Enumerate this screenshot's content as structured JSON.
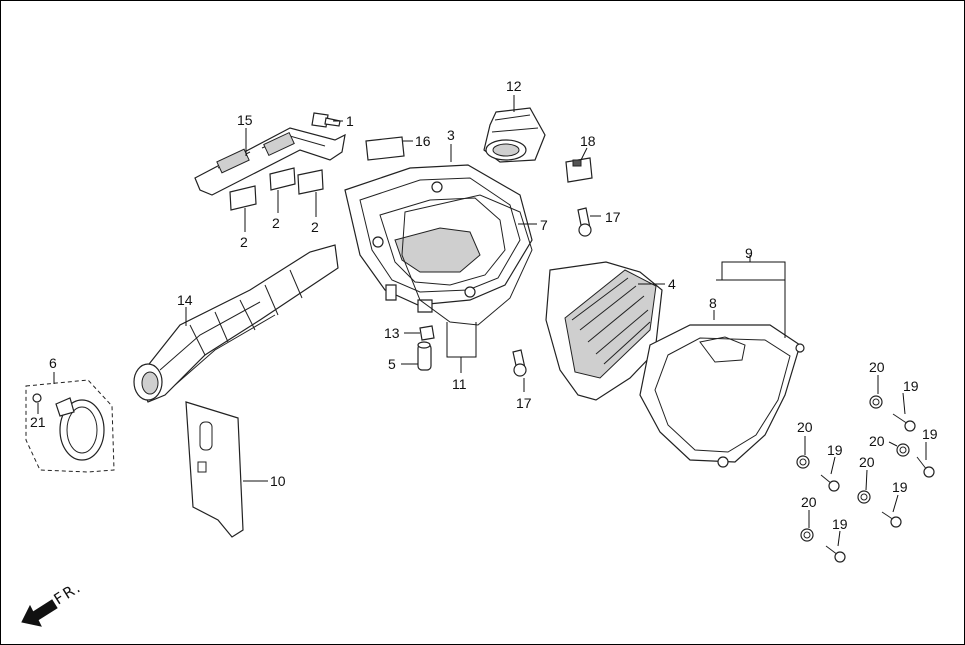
{
  "diagram": {
    "direction_label": "FR.",
    "callouts": {
      "c1": "1",
      "c2a": "2",
      "c2b": "2",
      "c2c": "2",
      "c3": "3",
      "c4": "4",
      "c5": "5",
      "c6": "6",
      "c7": "7",
      "c8": "8",
      "c9": "9",
      "c10": "10",
      "c11": "11",
      "c12": "12",
      "c13": "13",
      "c14": "14",
      "c15": "15",
      "c16": "16",
      "c17a": "17",
      "c17b": "17",
      "c18": "18",
      "c19a": "19",
      "c19b": "19",
      "c19c": "19",
      "c19d": "19",
      "c19e": "19",
      "c20a": "20",
      "c20b": "20",
      "c20c": "20",
      "c20d": "20",
      "c20e": "20",
      "c21": "21"
    }
  }
}
